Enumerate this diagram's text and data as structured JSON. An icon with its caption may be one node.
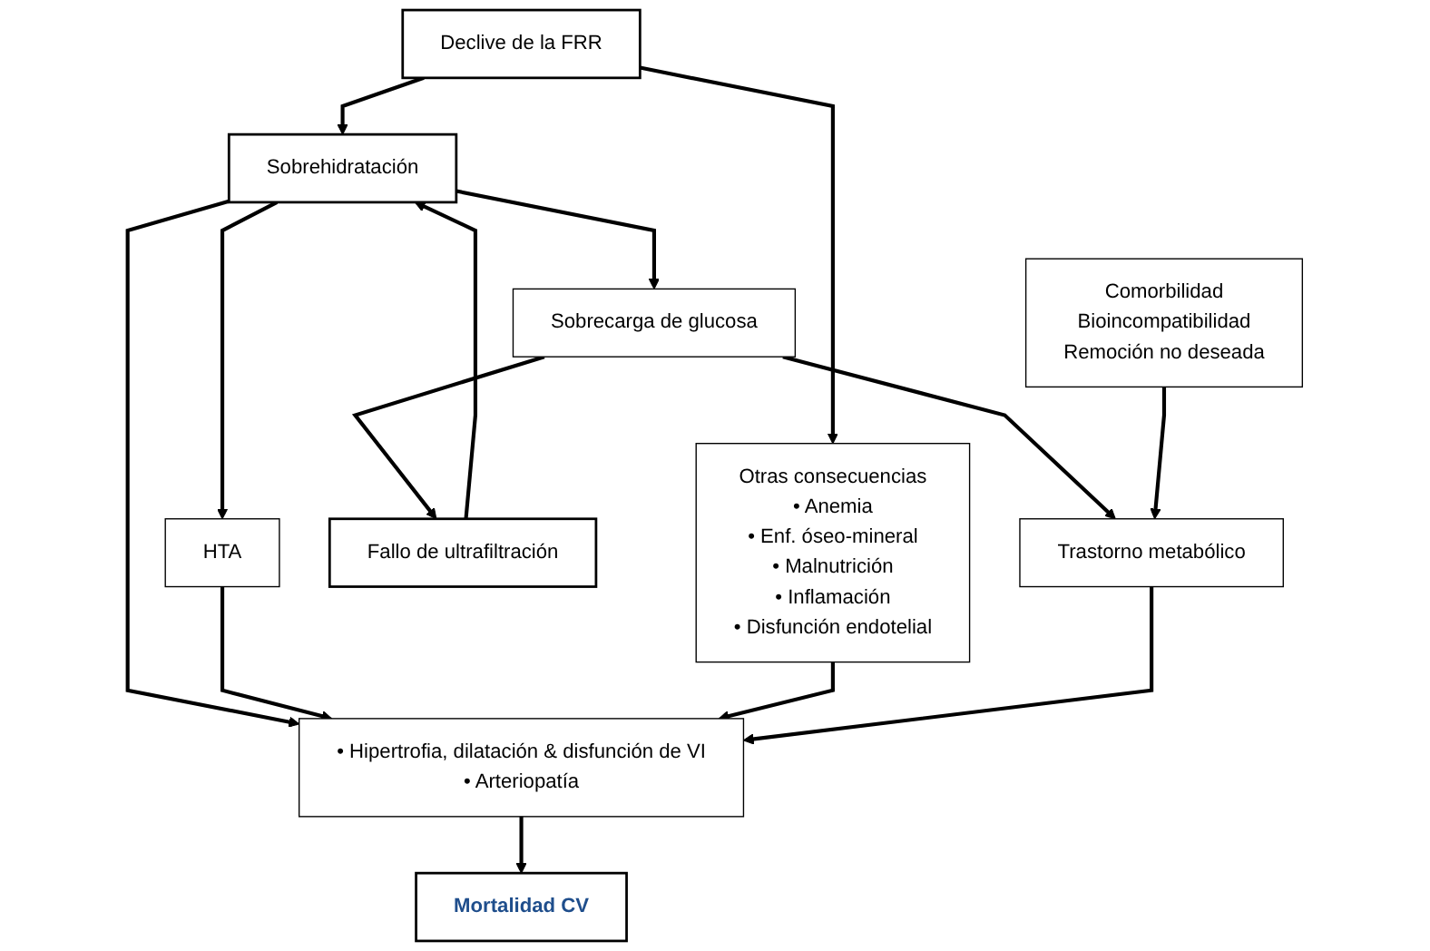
{
  "diagram": {
    "nodes": [
      {
        "text": [
          "Declive de la FRR"
        ]
      },
      {
        "text": [
          "Fallo de ultrafiltración"
        ]
      },
      {
        "text": [
          "Sobrehidratación"
        ]
      },
      {
        "text": [
          "Sobrecarga de glucosa"
        ]
      },
      {
        "text": [
          "HTA"
        ]
      },
      {
        "text": [
          "Otras consecuencias",
          "• Anemia",
          "• Enf. óseo-mineral",
          "• Malnutrición",
          "• Inflamación",
          "• Disfunción endotelial"
        ]
      },
      {
        "text": [
          "• Hipertrofia, dilatación & disfunción de VI",
          "• Arteriopatía"
        ]
      },
      {
        "text": [
          "Trastorno metabólico"
        ]
      },
      {
        "text": [
          "Comorbilidad",
          "Bioincompatibilidad",
          "Remoción no deseada"
        ]
      },
      {
        "text": [
          "Mortalidad CV"
        ]
      }
    ],
    "edges": [
      {
        "from": 0,
        "to": 2,
        "arrow": "to"
      },
      {
        "from": 0,
        "to": 5,
        "arrow": "to"
      },
      {
        "from": 1,
        "to": 2,
        "arrow": "to"
      },
      {
        "from": 2,
        "to": 3,
        "arrow": "to"
      },
      {
        "from": 3,
        "to": 1,
        "arrow": "to"
      },
      {
        "from": 2,
        "to": 4,
        "arrow": "to"
      },
      {
        "from": 2,
        "to": 6,
        "arrow": "to"
      },
      {
        "from": 4,
        "to": 6,
        "arrow": "to"
      },
      {
        "from": 3,
        "to": 7,
        "arrow": "to"
      },
      {
        "from": 5,
        "to": 6,
        "arrow": "to"
      },
      {
        "from": 7,
        "to": 6,
        "arrow": "to"
      },
      {
        "from": 8,
        "to": 7,
        "arrow": "to"
      },
      {
        "from": 6,
        "to": 9,
        "arrow": "to"
      }
    ]
  }
}
